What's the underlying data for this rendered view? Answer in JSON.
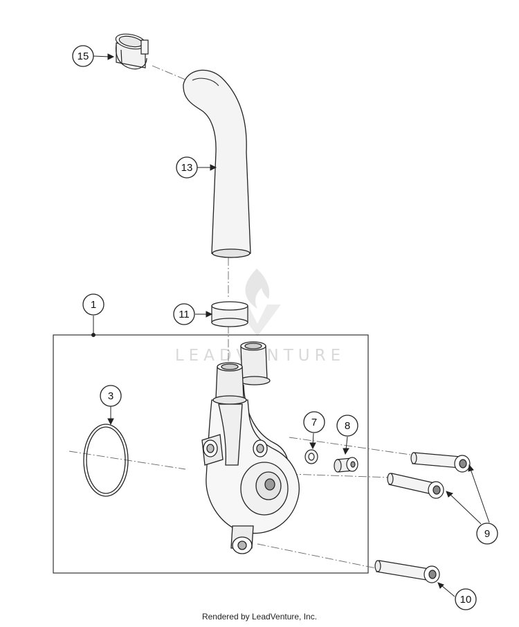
{
  "watermark": {
    "text": "LEADVENTURE"
  },
  "callouts": [
    {
      "id": "c15",
      "label": "15"
    },
    {
      "id": "c13",
      "label": "13"
    },
    {
      "id": "c11",
      "label": "11"
    },
    {
      "id": "c1",
      "label": "1"
    },
    {
      "id": "c3",
      "label": "3"
    },
    {
      "id": "c7",
      "label": "7"
    },
    {
      "id": "c8",
      "label": "8"
    },
    {
      "id": "c9",
      "label": "9"
    },
    {
      "id": "c10",
      "label": "10"
    }
  ],
  "footer": {
    "credit": "Rendered by LeadVenture, Inc."
  }
}
